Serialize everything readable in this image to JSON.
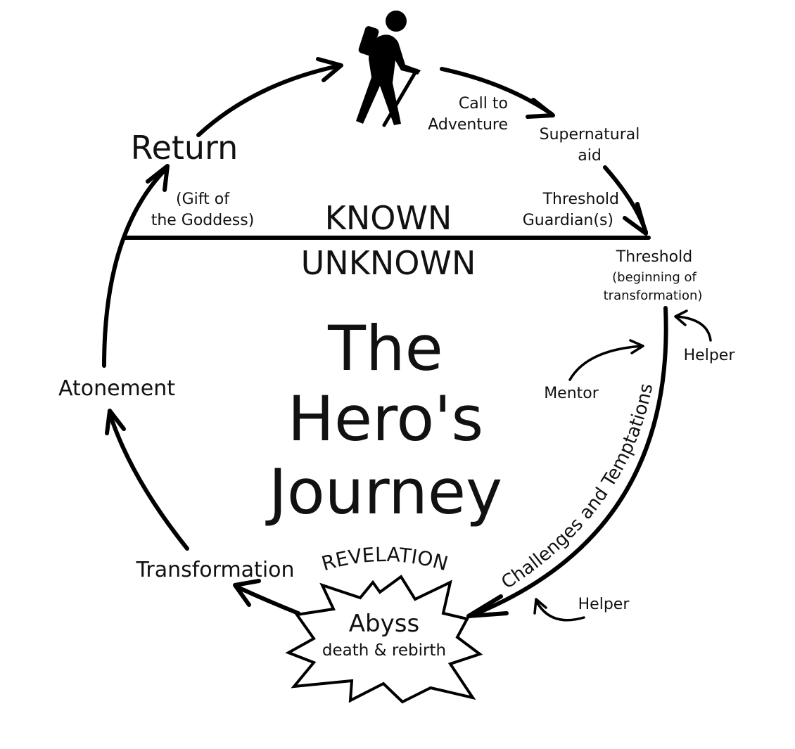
{
  "diagram": {
    "title": [
      "The",
      "Hero's",
      "Journey"
    ],
    "known": "KNOWN",
    "unknown": "UNKNOWN",
    "return": "Return",
    "gift": [
      "(Gift of",
      "the Goddess)"
    ],
    "call": [
      "Call to",
      "Adventure"
    ],
    "supernatural": [
      "Supernatural",
      "aid"
    ],
    "guardian": [
      "Threshold",
      "Guardian(s)"
    ],
    "threshold": "Threshold",
    "threshold_note": [
      "(beginning of",
      "transformation)"
    ],
    "helper_top": "Helper",
    "mentor": "Mentor",
    "challenges": "Challenges and Temptations",
    "helper_bottom": "Helper",
    "revelation": "REVELATION",
    "abyss": "Abyss",
    "abyss_note": "death & rebirth",
    "transformation": "Transformation",
    "atonement": "Atonement"
  },
  "icons": {
    "hero": "hiker-icon"
  }
}
